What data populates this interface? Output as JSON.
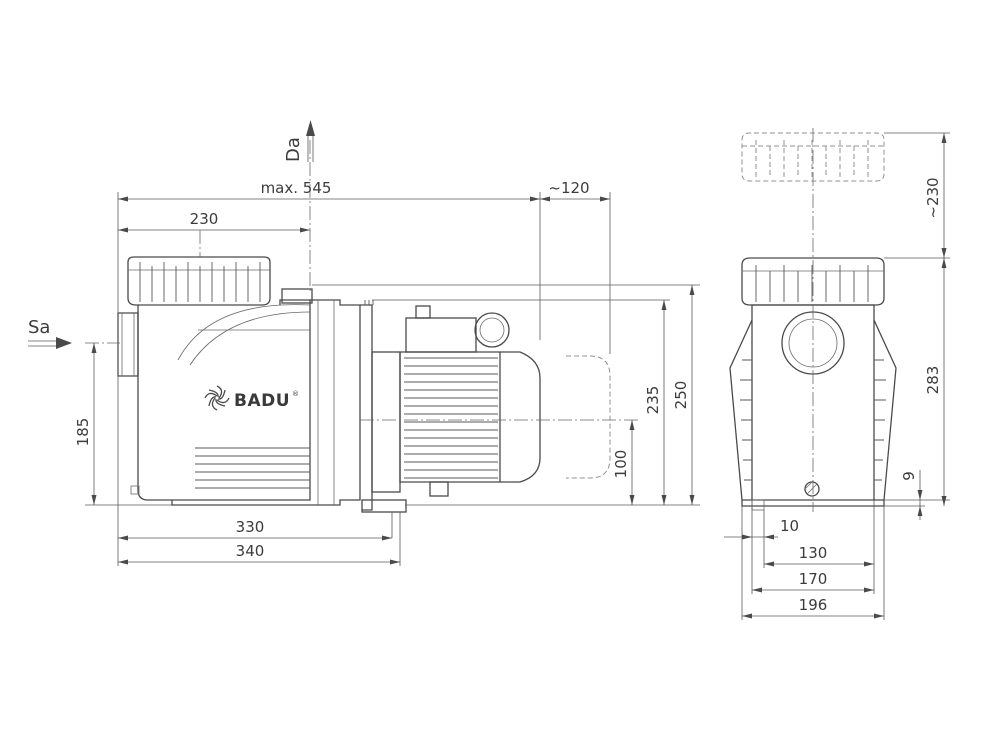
{
  "flow_labels": {
    "suction": "Sa",
    "discharge": "Da"
  },
  "brand": {
    "name": "BADU",
    "mark": "®"
  },
  "side_view_dimensions": {
    "overall_length": "max. 545",
    "motor_clearance": "~120",
    "strainer_axis": "230",
    "suction_height": "185",
    "shaft_height": "100",
    "top_height": "235",
    "total_height": "250",
    "foot_length_inner": "330",
    "foot_length_outer": "340"
  },
  "front_view_dimensions": {
    "lid_clearance": "~230",
    "body_height": "283",
    "foot_offset": "9",
    "foot_hole": "10",
    "inner_width": "130",
    "foot_width": "170",
    "overall_width": "196"
  }
}
